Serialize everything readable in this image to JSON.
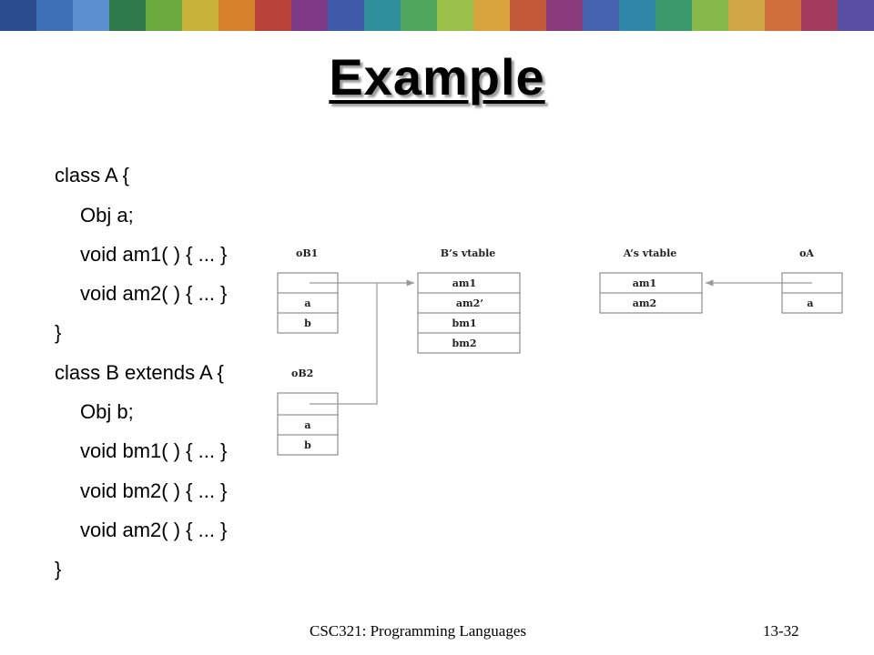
{
  "banner_colors": [
    "#2a4d8f",
    "#3d6fb6",
    "#5b8fd0",
    "#2f7a4a",
    "#6aaa3e",
    "#c9b23a",
    "#d6822c",
    "#b8413a",
    "#7e3a86",
    "#3f5aa8",
    "#2f8f9a",
    "#4fa65c",
    "#9bc14a",
    "#d9a43d",
    "#c25a3a",
    "#8a3b7c",
    "#4663b0",
    "#2f86a8",
    "#3a9a6b",
    "#86b84a",
    "#cfa845",
    "#cf6e3a",
    "#a33b5f",
    "#5a4ea3"
  ],
  "slide": {
    "title": "Example",
    "code_lines": [
      "class A {",
      "Obj  a;",
      "void am1( ) { ... }",
      "void am2( ) { ... }",
      "}",
      "class B extends A {",
      "Obj  b;",
      "void bm1( ) { ... }",
      "void bm2( ) { ... }",
      "void am2( ) { ... }",
      "}"
    ]
  },
  "diagram": {
    "oB1": {
      "label": "oB1",
      "fields": [
        "",
        "a",
        "b"
      ]
    },
    "oB2": {
      "label": "oB2",
      "fields": [
        "",
        "a",
        "b"
      ]
    },
    "b_vtable": {
      "label": "B’s vtable",
      "entries": [
        "am1",
        "am2’",
        "bm1",
        "bm2"
      ]
    },
    "a_vtable": {
      "label": "A’s vtable",
      "entries": [
        "am1",
        "am2"
      ]
    },
    "oA": {
      "label": "oA",
      "fields": [
        "",
        "a"
      ]
    }
  },
  "footer": {
    "course": "CSC321: Programming Languages",
    "page": "13-32"
  }
}
